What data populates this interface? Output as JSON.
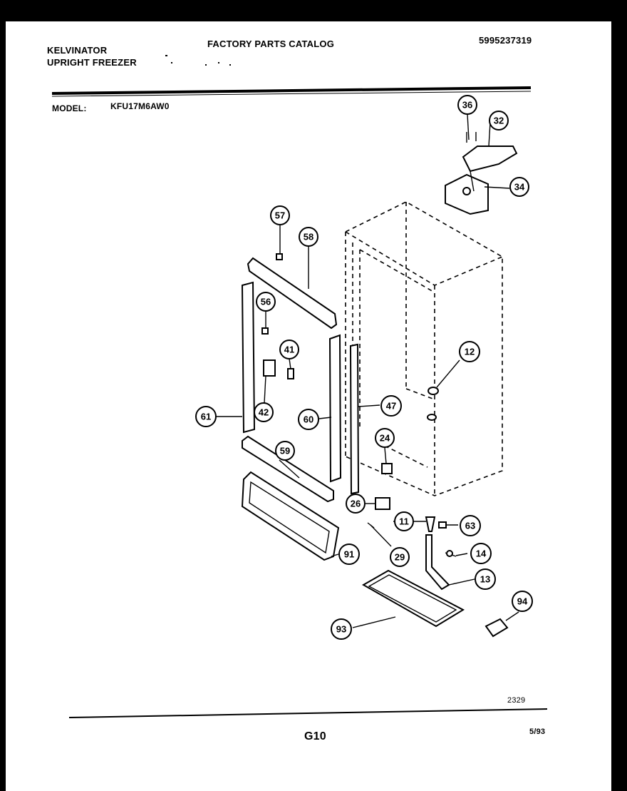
{
  "header": {
    "brand": "KELVINATOR",
    "product": "UPRIGHT FREEZER",
    "catalog_title": "FACTORY PARTS CATALOG",
    "catalog_number": "5995237319",
    "model_label": "MODEL:",
    "model_number": "KFU17M6AW0"
  },
  "footer": {
    "drawing_number": "2329",
    "page": "G10",
    "date": "5/93"
  },
  "parts": [
    {
      "id": "p36",
      "label": "36"
    },
    {
      "id": "p32",
      "label": "32"
    },
    {
      "id": "p34",
      "label": "34"
    },
    {
      "id": "p57",
      "label": "57"
    },
    {
      "id": "p58",
      "label": "58"
    },
    {
      "id": "p56",
      "label": "56"
    },
    {
      "id": "p41",
      "label": "41"
    },
    {
      "id": "p42",
      "label": "42"
    },
    {
      "id": "p61",
      "label": "61"
    },
    {
      "id": "p60",
      "label": "60"
    },
    {
      "id": "p59",
      "label": "59"
    },
    {
      "id": "p12",
      "label": "12"
    },
    {
      "id": "p47",
      "label": "47"
    },
    {
      "id": "p24",
      "label": "24"
    },
    {
      "id": "p26",
      "label": "26"
    },
    {
      "id": "p11",
      "label": "11"
    },
    {
      "id": "p63",
      "label": "63"
    },
    {
      "id": "p14",
      "label": "14"
    },
    {
      "id": "p29",
      "label": "29"
    },
    {
      "id": "p13",
      "label": "13"
    },
    {
      "id": "p91",
      "label": "91"
    },
    {
      "id": "p93",
      "label": "93"
    },
    {
      "id": "p94",
      "label": "94"
    }
  ]
}
